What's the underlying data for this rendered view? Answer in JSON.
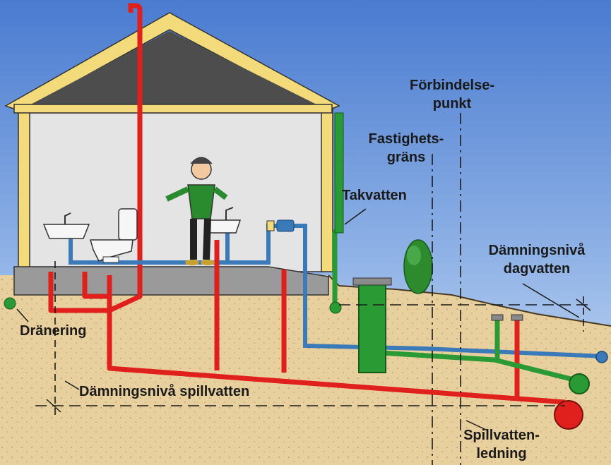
{
  "colors": {
    "sky_top": "#4a7bd0",
    "sky_bottom": "#cfe0f5",
    "soil": "#e8cf9e",
    "soil_dark": "#d9b97f",
    "house_wall": "#e4e4e4",
    "house_frame": "#f3da7a",
    "roof_inner": "#555555",
    "foundation": "#9a9a9a",
    "sewage_pipe": "#e0201c",
    "storm_pipe": "#2a9a34",
    "water_pipe": "#3a7ab8"
  },
  "labels": {
    "forbindelse_1": "Förbindelse-",
    "forbindelse_2": "punkt",
    "fastighet_1": "Fastighets-",
    "fastighet_2": "gräns",
    "takvatten": "Takvatten",
    "damning_dag_1": "Dämningsnivå",
    "damning_dag_2": "dagvatten",
    "dranering": "Dränering",
    "damning_spill": "Dämningsnivå spillvatten",
    "spillvatten_1": "Spillvatten-",
    "spillvatten_2": "ledning"
  },
  "icons": [
    "person-icon",
    "sink-icon",
    "toilet-icon",
    "water-meter-icon",
    "shrub-icon",
    "inspection-well-icon"
  ]
}
